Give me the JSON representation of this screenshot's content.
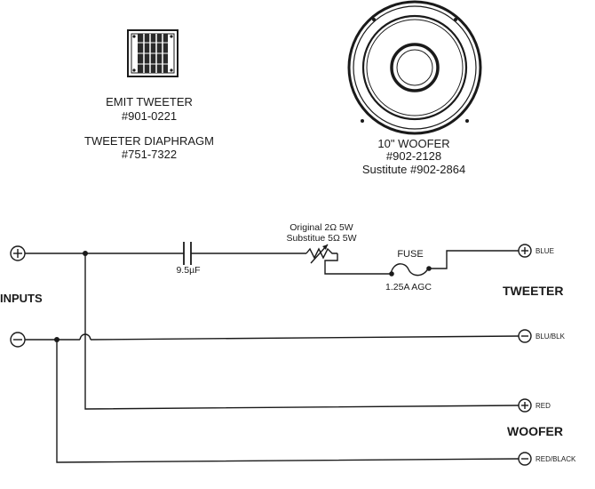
{
  "components": {
    "tweeter": {
      "name": "EMIT TWEETER",
      "part": "#901-0221"
    },
    "diaphragm": {
      "name": "TWEETER DIAPHRAGM",
      "part": "#751-7322"
    },
    "woofer": {
      "name": "10\" WOOFER",
      "part": "#902-2128",
      "substitute": "Sustitute #902-2864"
    }
  },
  "schematic": {
    "inputs_label": "INPUTS",
    "positive_symbol": "+",
    "negative_symbol": "−",
    "capacitor_value": "9.5µF",
    "resistor_original": "Original 2Ω 5W",
    "resistor_substitute": "Substitue 5Ω 5W",
    "fuse_label": "FUSE",
    "fuse_rating": "1.25A AGC",
    "tweeter_label": "TWEETER",
    "woofer_label": "WOOFER",
    "wire_blue": "BLUE",
    "wire_blue_black": "BLU/BLK",
    "wire_red": "RED",
    "wire_red_black": "RED/BLACK"
  }
}
